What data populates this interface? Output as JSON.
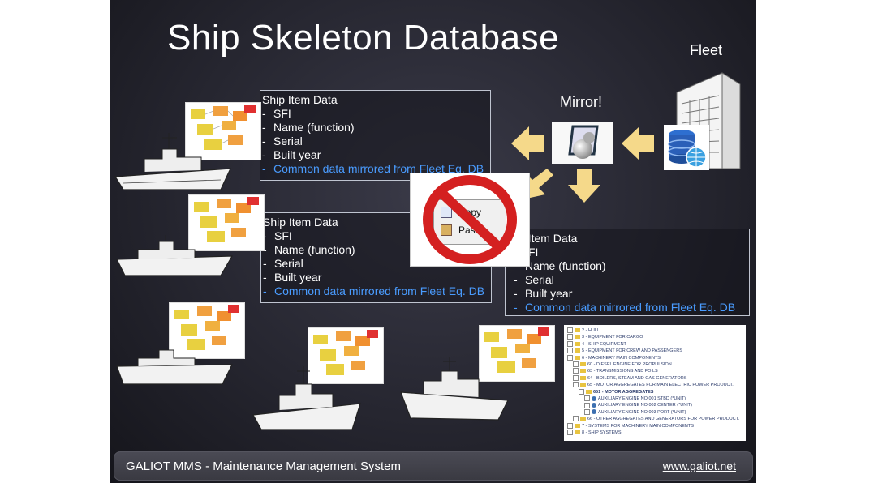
{
  "title": "Ship Skeleton Database",
  "fleet_label": "Fleet",
  "mirror_label": "Mirror!",
  "boxes": [
    {
      "header": "Ship Item Data",
      "items": [
        "SFI",
        "Name (function)",
        "Serial",
        "Built year"
      ],
      "highlight": "Common data mirrored from Fleet Eq. DB"
    },
    {
      "header": "Ship Item Data",
      "items": [
        "SFI",
        "Name (function)",
        "Serial",
        "Built year"
      ],
      "highlight": "Common data mirrored from Fleet Eq. DB"
    },
    {
      "header": "p Item Data",
      "items": [
        "FI",
        "Name (function)",
        "Serial",
        "Built year"
      ],
      "highlight": "Common data mirrored from Fleet Eq. DB"
    }
  ],
  "menu": {
    "copy": "Copy",
    "paste": "Pas"
  },
  "tree": [
    {
      "t": "2 - HULL",
      "lvl": 0
    },
    {
      "t": "3 - EQUIPMENT FOR CARGO",
      "lvl": 0
    },
    {
      "t": "4 - SHIP EQUIPMENT",
      "lvl": 0
    },
    {
      "t": "5 - EQUIPMENT FOR CREW AND PASSENGERS",
      "lvl": 0
    },
    {
      "t": "6 - MACHINERY MAIN COMPONENTS",
      "lvl": 0
    },
    {
      "t": "60 - DIESEL ENGINE FOR PROPULSION",
      "lvl": 1
    },
    {
      "t": "63 - TRANSMISSIONS AND FOILS",
      "lvl": 1
    },
    {
      "t": "64 - BOILERS, STEAM AND GAS GENERATORS",
      "lvl": 1
    },
    {
      "t": "65 - MOTOR AGGREGATES FOR MAIN ELECTRIC POWER PRODUCT.",
      "lvl": 1
    },
    {
      "t": "651 - MOTOR AGGREGATES",
      "lvl": 2,
      "bold": true
    },
    {
      "t": "AUXILIARY ENGINE NO.001 STBD (*UNIT)",
      "lvl": 3
    },
    {
      "t": "AUXILIARY ENGINE NO.002 CENTER (*UNIT)",
      "lvl": 3
    },
    {
      "t": "AUXILIARY ENGINE NO.003 PORT (*UNIT)",
      "lvl": 3
    },
    {
      "t": "66 - OTHER AGGREGATES AND GENERATORS FOR POWER PRODUCT.",
      "lvl": 1
    },
    {
      "t": "7 - SYSTEMS FOR MACHINERY MAIN COMPONENTS",
      "lvl": 0
    },
    {
      "t": "8 - SHIP SYSTEMS",
      "lvl": 0
    }
  ],
  "footer": {
    "left": "GALIOT MMS - Maintenance Management System",
    "right": "www.galiot.net"
  },
  "colors": {
    "highlight": "#4a9cff",
    "arrow": "#f5d98a",
    "stop_sign": "#d42020"
  }
}
